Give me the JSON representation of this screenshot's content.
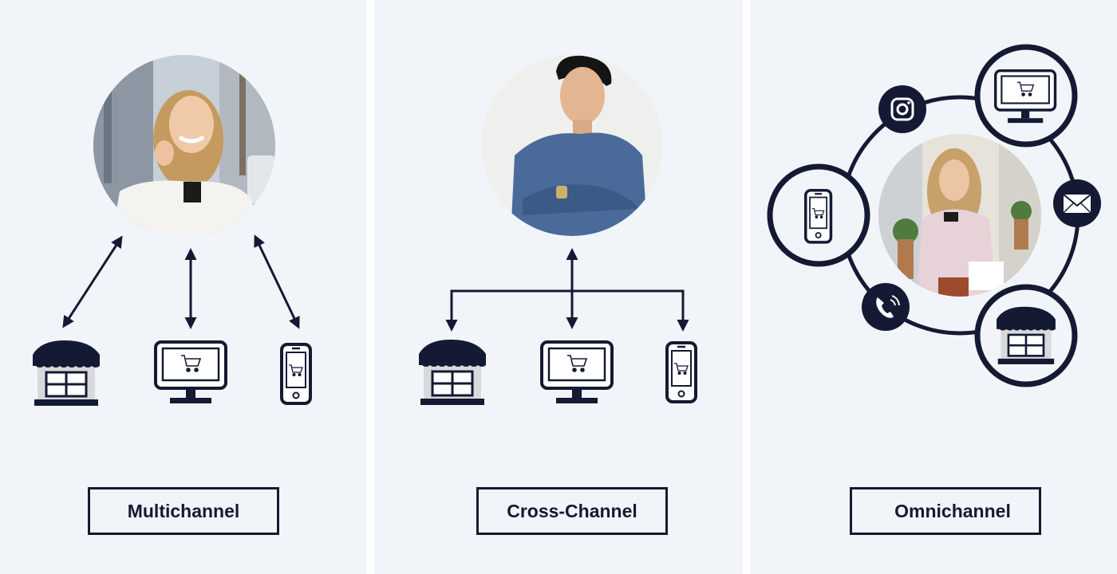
{
  "colors": {
    "navy": "#141a33",
    "panel_bg": "#f1f5f9",
    "gutter": "#ffffff"
  },
  "panels": [
    {
      "id": "multichannel",
      "label": "Multichannel",
      "photo": "woman-on-phone-photo",
      "channels": [
        "store-icon",
        "computer-cart-icon",
        "smartphone-cart-icon"
      ]
    },
    {
      "id": "cross-channel",
      "label": "Cross-Channel",
      "photo": "man-arms-crossed-photo",
      "channels": [
        "store-icon",
        "computer-cart-icon",
        "smartphone-cart-icon"
      ]
    },
    {
      "id": "omnichannel",
      "label": "Omnichannel",
      "photo": "woman-shopping-phone-photo",
      "channels": [
        "instagram-icon",
        "computer-cart-icon",
        "email-icon",
        "smartphone-cart-icon",
        "phone-call-icon",
        "store-icon"
      ]
    }
  ]
}
